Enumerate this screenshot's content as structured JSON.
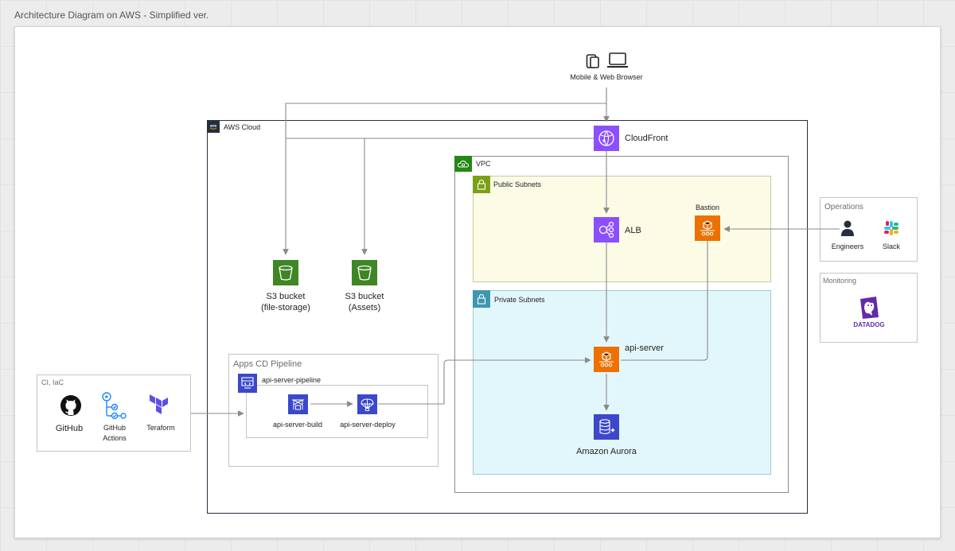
{
  "document": {
    "title": "Architecture Diagram on AWS - Simplified ver."
  },
  "client": {
    "label": "Mobile & Web Browser",
    "icons": [
      "tablet-icon",
      "laptop-icon"
    ]
  },
  "groups": {
    "aws_cloud": "AWS Cloud",
    "vpc": "VPC",
    "public_subnets": "Public Subnets",
    "private_subnets": "Private Subnets",
    "apps_cd_pipeline": "Apps CD Pipeline",
    "pipeline_name": "api-server-pipeline",
    "operations": "Operations",
    "monitoring": "Monitoring",
    "ci_iac": "CI, IaC"
  },
  "nodes": {
    "cloudfront": "CloudFront",
    "alb": "ALB",
    "bastion": "Bastion",
    "api_server": "api-server",
    "aurora": "Amazon Aurora",
    "s3_file": {
      "line1": "S3 bucket",
      "line2": "(file-storage)"
    },
    "s3_assets": {
      "line1": "S3 bucket",
      "line2": "(Assets)"
    },
    "build": "api-server-build",
    "deploy": "api-server-deploy",
    "engineers": "Engineers",
    "slack": "Slack",
    "datadog": "DATADOG",
    "github": "GitHub",
    "github_actions": {
      "line1": "GitHub",
      "line2": "Actions"
    },
    "terraform": "Teraform"
  },
  "colors": {
    "networking": "#8c4fff",
    "compute": "#ed7100",
    "storage": "#3f8624",
    "devtools": "#3b48cc",
    "database": "#3b48cc",
    "public_subnet_fill": "#fbfbe6",
    "private_subnet_fill": "#e2f7fb",
    "vpc_green": "#248814",
    "public_green": "#7aa116",
    "private_teal": "#3e97b1",
    "aws_dark": "#232f3e",
    "datadog_purple": "#632ca6",
    "terraform_purple": "#5c4ee5",
    "github_actions_blue": "#2088ff",
    "connector": "#8a8a8a"
  }
}
